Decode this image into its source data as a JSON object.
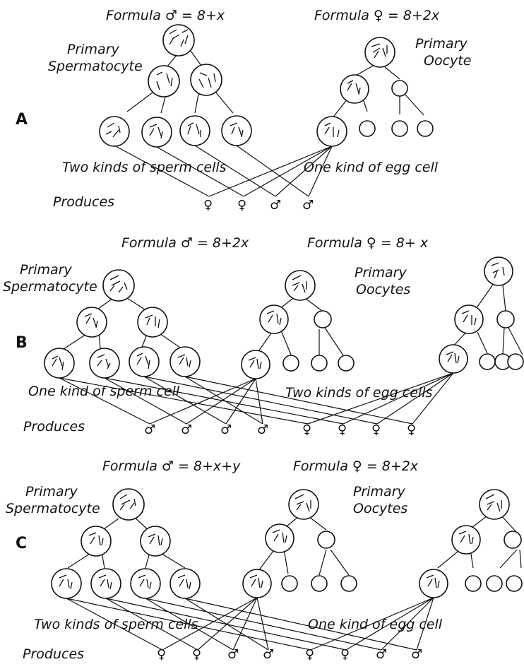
{
  "panels": [
    {
      "letter": "A",
      "formula_male": "Formula ♂ = 8+x",
      "formula_female": "Formula ♀ = 8+2x",
      "male_cell_label": [
        "Primary",
        "Spermatocyte"
      ],
      "female_cell_label": [
        "Primary",
        "Oocyte"
      ],
      "sperm_caption": "Two kinds of sperm cells",
      "egg_caption": "One kind of egg cell",
      "produces": "Produces",
      "offspring": [
        "♀",
        "♀",
        "♂",
        "♂"
      ]
    },
    {
      "letter": "B",
      "formula_male": "Formula ♂ = 8+2x",
      "formula_female": "Formula ♀ = 8+ x",
      "male_cell_label": [
        "Primary",
        "Spermatocyte"
      ],
      "female_cell_label": [
        "Primary",
        "Oocytes"
      ],
      "sperm_caption": "One kind of sperm cell",
      "egg_caption": "Two kinds of egg cells",
      "produces": "Produces",
      "offspring": [
        "♂",
        "♂",
        "♂",
        "♂",
        "♀",
        "♀",
        "♀",
        "♀"
      ]
    },
    {
      "letter": "C",
      "formula_male": "Formula ♂ = 8+x+y",
      "formula_female": "Formula ♀ = 8+2x",
      "male_cell_label": [
        "Primary",
        "Spermatocyte"
      ],
      "female_cell_label": [
        "Primary",
        "Oocytes"
      ],
      "sperm_caption": "Two kinds of sperm cells",
      "egg_caption": "One kind of egg cell",
      "produces": "Produces",
      "offspring": [
        "♀",
        "♀",
        "♂",
        "♂",
        "♀",
        "♀",
        "♂",
        "♂"
      ]
    }
  ]
}
